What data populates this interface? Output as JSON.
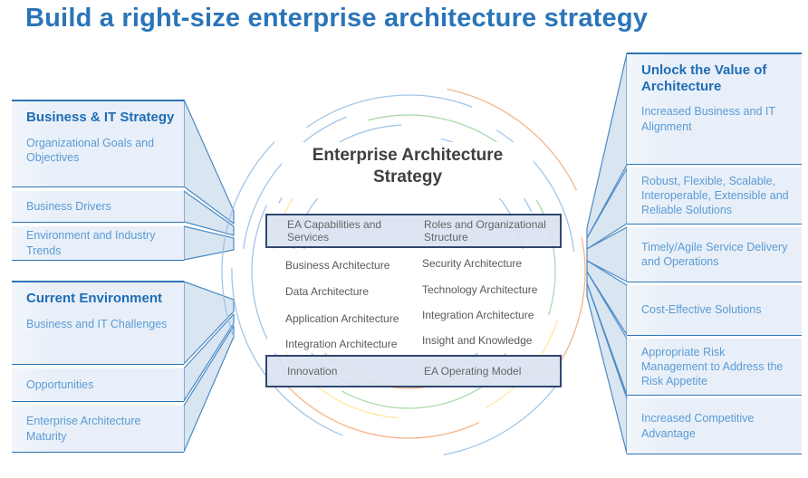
{
  "page_title": "Build a right-size enterprise architecture strategy",
  "left_panels": [
    {
      "heading": "Business & IT Strategy",
      "items": [
        "Organizational Goals and Objectives",
        "Business Drivers",
        "Environment and Industry Trends"
      ]
    },
    {
      "heading": "Current Environment",
      "items": [
        "Business and IT Challenges",
        "Opportunities",
        "Enterprise Architecture Maturity"
      ]
    }
  ],
  "center": {
    "heading": "Enterprise Architecture Strategy",
    "top_box": {
      "left": "EA Capabilities and Services",
      "right": "Roles and Organizational Structure"
    },
    "rows": [
      {
        "left": "Business Architecture",
        "right": "Security Architecture"
      },
      {
        "left": "Data Architecture",
        "right": "Technology Architecture"
      },
      {
        "left": "Application Architecture",
        "right": "Integration Architecture"
      },
      {
        "left": "Integration Architecture",
        "right": "Insight and Knowledge"
      }
    ],
    "bottom_box": {
      "left": "Innovation",
      "right": "EA Operating Model"
    }
  },
  "right_panel": {
    "heading": "Unlock the Value of Architecture",
    "items": [
      "Increased Business and IT Alignment",
      "Robust, Flexible, Scalable, Interoperable, Extensible and Reliable Solutions",
      "Timely/Agile Service Delivery and Operations",
      "Cost-Effective Solutions",
      "Appropriate Risk Management to Address the Risk Appetite",
      "Increased Competitive Advantage"
    ]
  },
  "colors": {
    "title-blue": "#2a75ba",
    "heading-blue": "#1f6db6",
    "item-blue": "#5b9bd5",
    "panel-fill": "#e8eff8",
    "panel-line": "#2e75b6",
    "connector-fill": "#cfdeee",
    "connector-line": "#4a8ac4",
    "box-border": "#203864",
    "box-fill": "#dae3f0",
    "center-text": "#595959",
    "center-heading": "#3f3f3f",
    "arc-blue": "#9dc3e6",
    "arc-green": "#a8d5a8",
    "arc-orange": "#f4b183",
    "arc-yellow": "#ffe699"
  }
}
